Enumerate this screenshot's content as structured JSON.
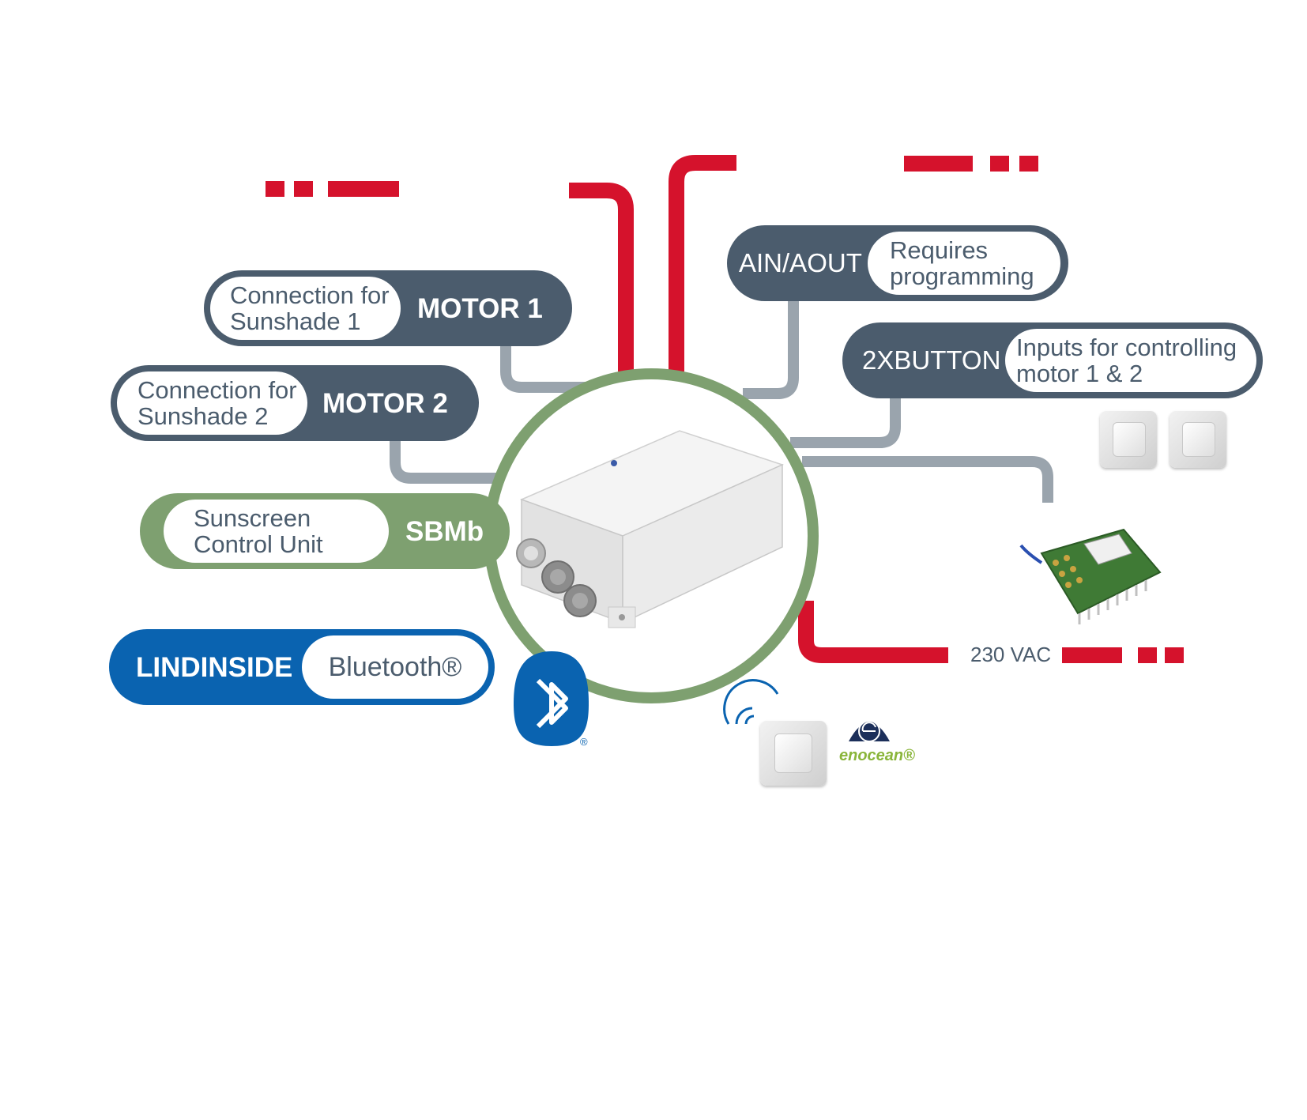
{
  "colors": {
    "slate": "#4b5c6d",
    "green": "#7ea070",
    "blue": "#0a63b0",
    "red": "#d5122c",
    "wire_gray": "#9aa4ad",
    "enocean_green": "#8ab53a"
  },
  "motor1": {
    "title": "MOTOR 1",
    "desc_line1": "Connection for",
    "desc_line2": "Sunshade 1"
  },
  "motor2": {
    "title": "MOTOR 2",
    "desc_line1": "Connection for",
    "desc_line2": "Sunshade 2"
  },
  "sbmb": {
    "title": "SBMb",
    "desc_line1": "Sunscreen",
    "desc_line2": "Control Unit"
  },
  "lindinside": {
    "title": "LINDINSIDE",
    "desc": "Bluetooth®"
  },
  "ain": {
    "title": "AIN/AOUT",
    "desc_line1": "Requires",
    "desc_line2": "programming"
  },
  "button": {
    "title": "2XBUTTON",
    "desc_line1": "Inputs for controlling",
    "desc_line2": "motor 1 & 2"
  },
  "power_label": "230 VAC",
  "enocean_label": "enocean®",
  "bluetooth_reg": "®",
  "icons": [
    "control-unit-image",
    "bluetooth-icon",
    "wireless-switch-icon",
    "enocean-logo",
    "push-button-icon",
    "radio-module-image",
    "wifi-waves-icon"
  ]
}
